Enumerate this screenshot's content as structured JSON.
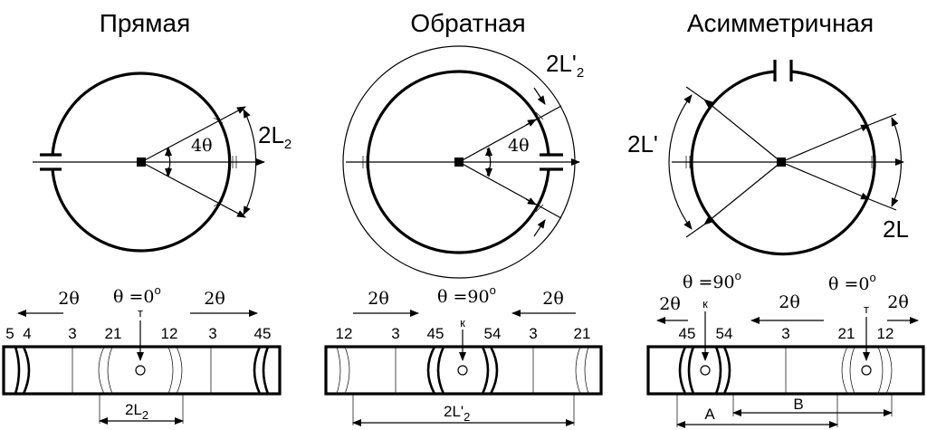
{
  "titles": {
    "direct": "Прямая",
    "reverse": "Обратная",
    "asym": "Асимметричная"
  },
  "direct": {
    "span_label": "2L",
    "span_sub": "2",
    "angle_label": "4θ",
    "film": {
      "top_2theta_left": "2θ",
      "top_2theta_right": "2θ",
      "theta": "θ =0",
      "theta_sup": "o",
      "port_letter": "т",
      "lines": [
        "5",
        "4",
        "3",
        "21",
        "12",
        "3",
        "45"
      ],
      "bottom_label": "2L",
      "bottom_sub": "2"
    }
  },
  "reverse": {
    "span_label": "2L'",
    "span_sub": "2",
    "angle_label": "4θ",
    "film": {
      "top_2theta_left": "2θ",
      "top_2theta_right": "2θ",
      "theta": "θ =90",
      "theta_sup": "o",
      "port_letter": "к",
      "lines": [
        "12",
        "3",
        "45",
        "54",
        "3",
        "21"
      ],
      "bottom_label": "2L'",
      "bottom_sub": "2"
    }
  },
  "asym": {
    "left_label": "2L'",
    "right_label": "2L",
    "film": {
      "top_2theta_left": "2θ",
      "top_2theta_mid": "2θ",
      "top_2theta_right": "2θ",
      "theta_left": "θ =90",
      "theta_right": "θ =0",
      "theta_sup": "o",
      "port_left": "к",
      "port_right": "т",
      "lines": [
        "45",
        "54",
        "3",
        "21",
        "12"
      ],
      "label_a": "A",
      "label_b": "B"
    }
  }
}
